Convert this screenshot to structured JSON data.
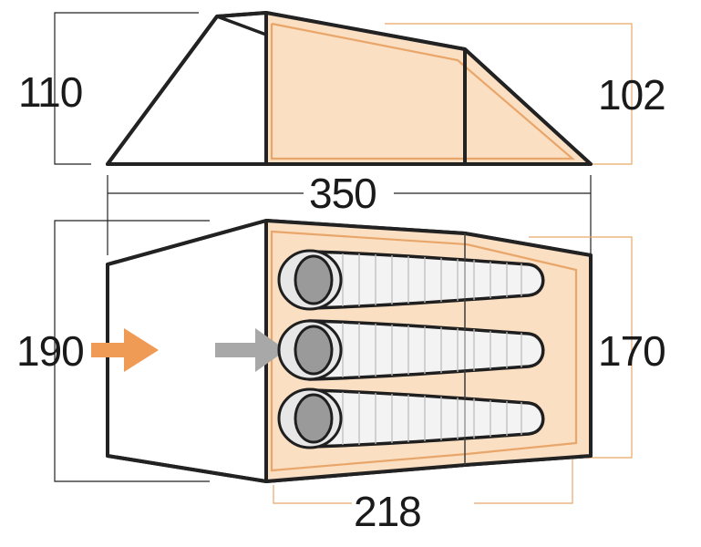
{
  "dimensions": {
    "side_height_front": "110",
    "side_height_rear": "102",
    "total_length": "350",
    "width_outer": "190",
    "width_inner": "170",
    "length_inner": "218"
  },
  "sleeping_bags": 3,
  "colors": {
    "outline": "#222222",
    "inner_fill": "#fbdfc2",
    "inner_edge": "#e8a66b",
    "entry_arrow_orange": "#ef9a55",
    "entry_arrow_grey": "#a8a8a8",
    "bag_fill": "#f3f3f3",
    "bag_hood": "#9a9a9a"
  }
}
